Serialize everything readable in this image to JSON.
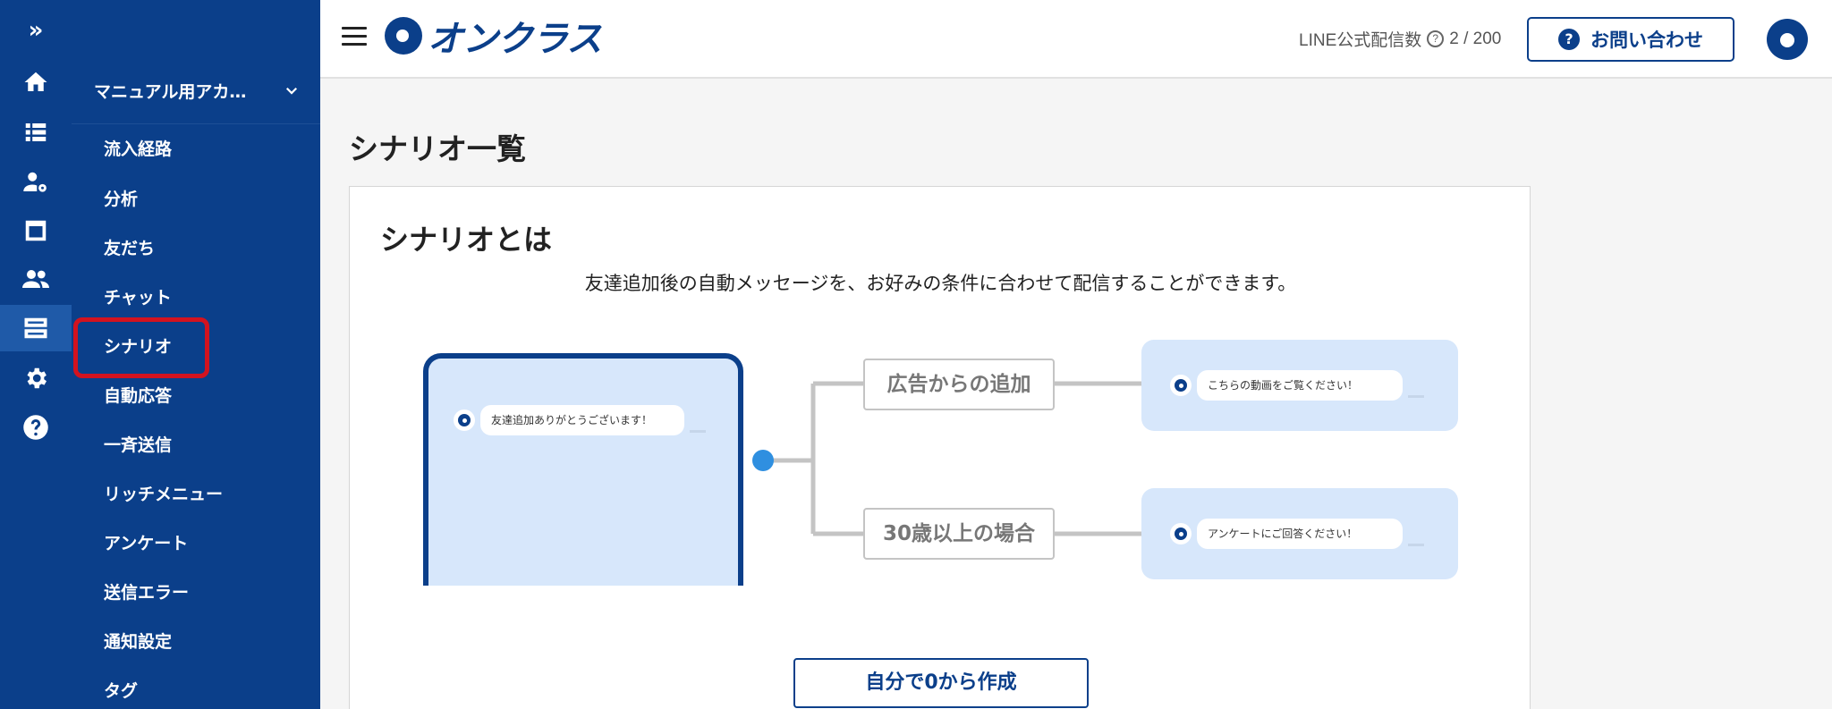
{
  "rail": {
    "toggle": "»",
    "items": [
      "home-icon",
      "list-icon",
      "user-settings-icon",
      "window-icon",
      "people-icon",
      "storage-icon",
      "gear-icon",
      "help-icon"
    ]
  },
  "subnav": {
    "account_label": "マニュアル用アカ…",
    "items": [
      "流入経路",
      "分析",
      "友だち",
      "チャット",
      "シナリオ",
      "自動応答",
      "一斉送信",
      "リッチメニュー",
      "アンケート",
      "送信エラー",
      "通知設定",
      "タグ"
    ],
    "active_item": "シナリオ",
    "highlight_color": "#d3131f"
  },
  "header": {
    "logo_text": "オンクラス",
    "line_count_label": "LINE公式配信数",
    "line_count_value": "2 / 200",
    "contact_label": "お問い合わせ"
  },
  "main": {
    "page_title": "シナリオ一覧",
    "card": {
      "title": "シナリオとは",
      "description": "友達追加後の自動メッセージを、お好みの条件に合わせて配信することができます。",
      "phone_message": "友達追加ありがとうございます！",
      "conditions": [
        "広告からの追加",
        "30歳以上の場合"
      ],
      "branch_messages": [
        "こちらの動画をご覧ください！",
        "アンケートにご回答ください！"
      ],
      "create_button": "自分で0から作成"
    }
  },
  "colors": {
    "brand": "#0b3f8a",
    "accent_dot": "#2f8fe0",
    "bubble_bg": "#d7e7fb"
  }
}
